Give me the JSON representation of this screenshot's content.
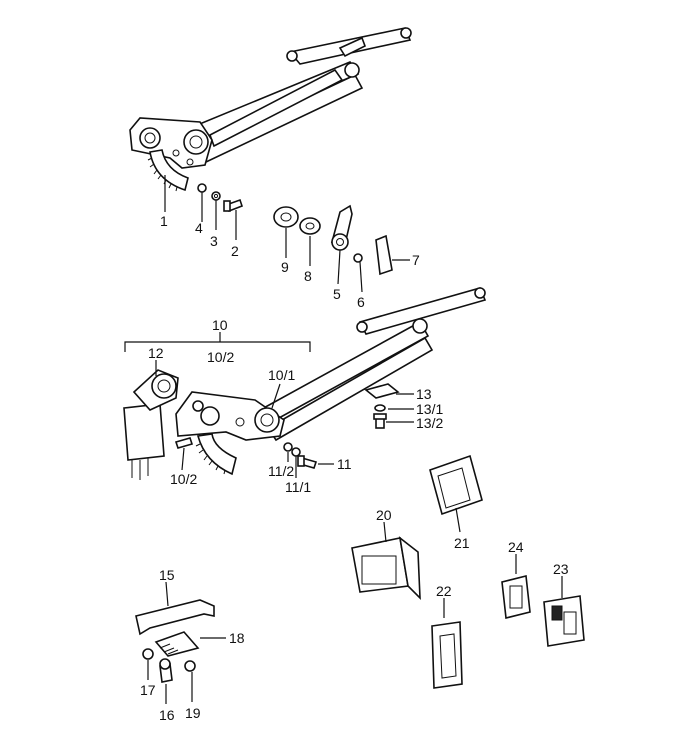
{
  "callouts": [
    {
      "id": "c1",
      "text": "1"
    },
    {
      "id": "c2",
      "text": "2"
    },
    {
      "id": "c3",
      "text": "3"
    },
    {
      "id": "c4",
      "text": "4"
    },
    {
      "id": "c5",
      "text": "5"
    },
    {
      "id": "c6",
      "text": "6"
    },
    {
      "id": "c7",
      "text": "7"
    },
    {
      "id": "c8",
      "text": "8"
    },
    {
      "id": "c9",
      "text": "9"
    },
    {
      "id": "c10",
      "text": "10"
    },
    {
      "id": "c10_2a",
      "text": "10/2"
    },
    {
      "id": "c12",
      "text": "12"
    },
    {
      "id": "c10_1",
      "text": "10/1"
    },
    {
      "id": "c13",
      "text": "13"
    },
    {
      "id": "c13_1",
      "text": "13/1"
    },
    {
      "id": "c13_2",
      "text": "13/2"
    },
    {
      "id": "c10_2b",
      "text": "10/2"
    },
    {
      "id": "c11_2",
      "text": "11/2"
    },
    {
      "id": "c11_1",
      "text": "11/1"
    },
    {
      "id": "c11",
      "text": "11"
    },
    {
      "id": "c20",
      "text": "20"
    },
    {
      "id": "c21",
      "text": "21"
    },
    {
      "id": "c24",
      "text": "24"
    },
    {
      "id": "c23",
      "text": "23"
    },
    {
      "id": "c22",
      "text": "22"
    },
    {
      "id": "c15",
      "text": "15"
    },
    {
      "id": "c18",
      "text": "18"
    },
    {
      "id": "c17",
      "text": "17"
    },
    {
      "id": "c16",
      "text": "16"
    },
    {
      "id": "c19",
      "text": "19"
    }
  ]
}
